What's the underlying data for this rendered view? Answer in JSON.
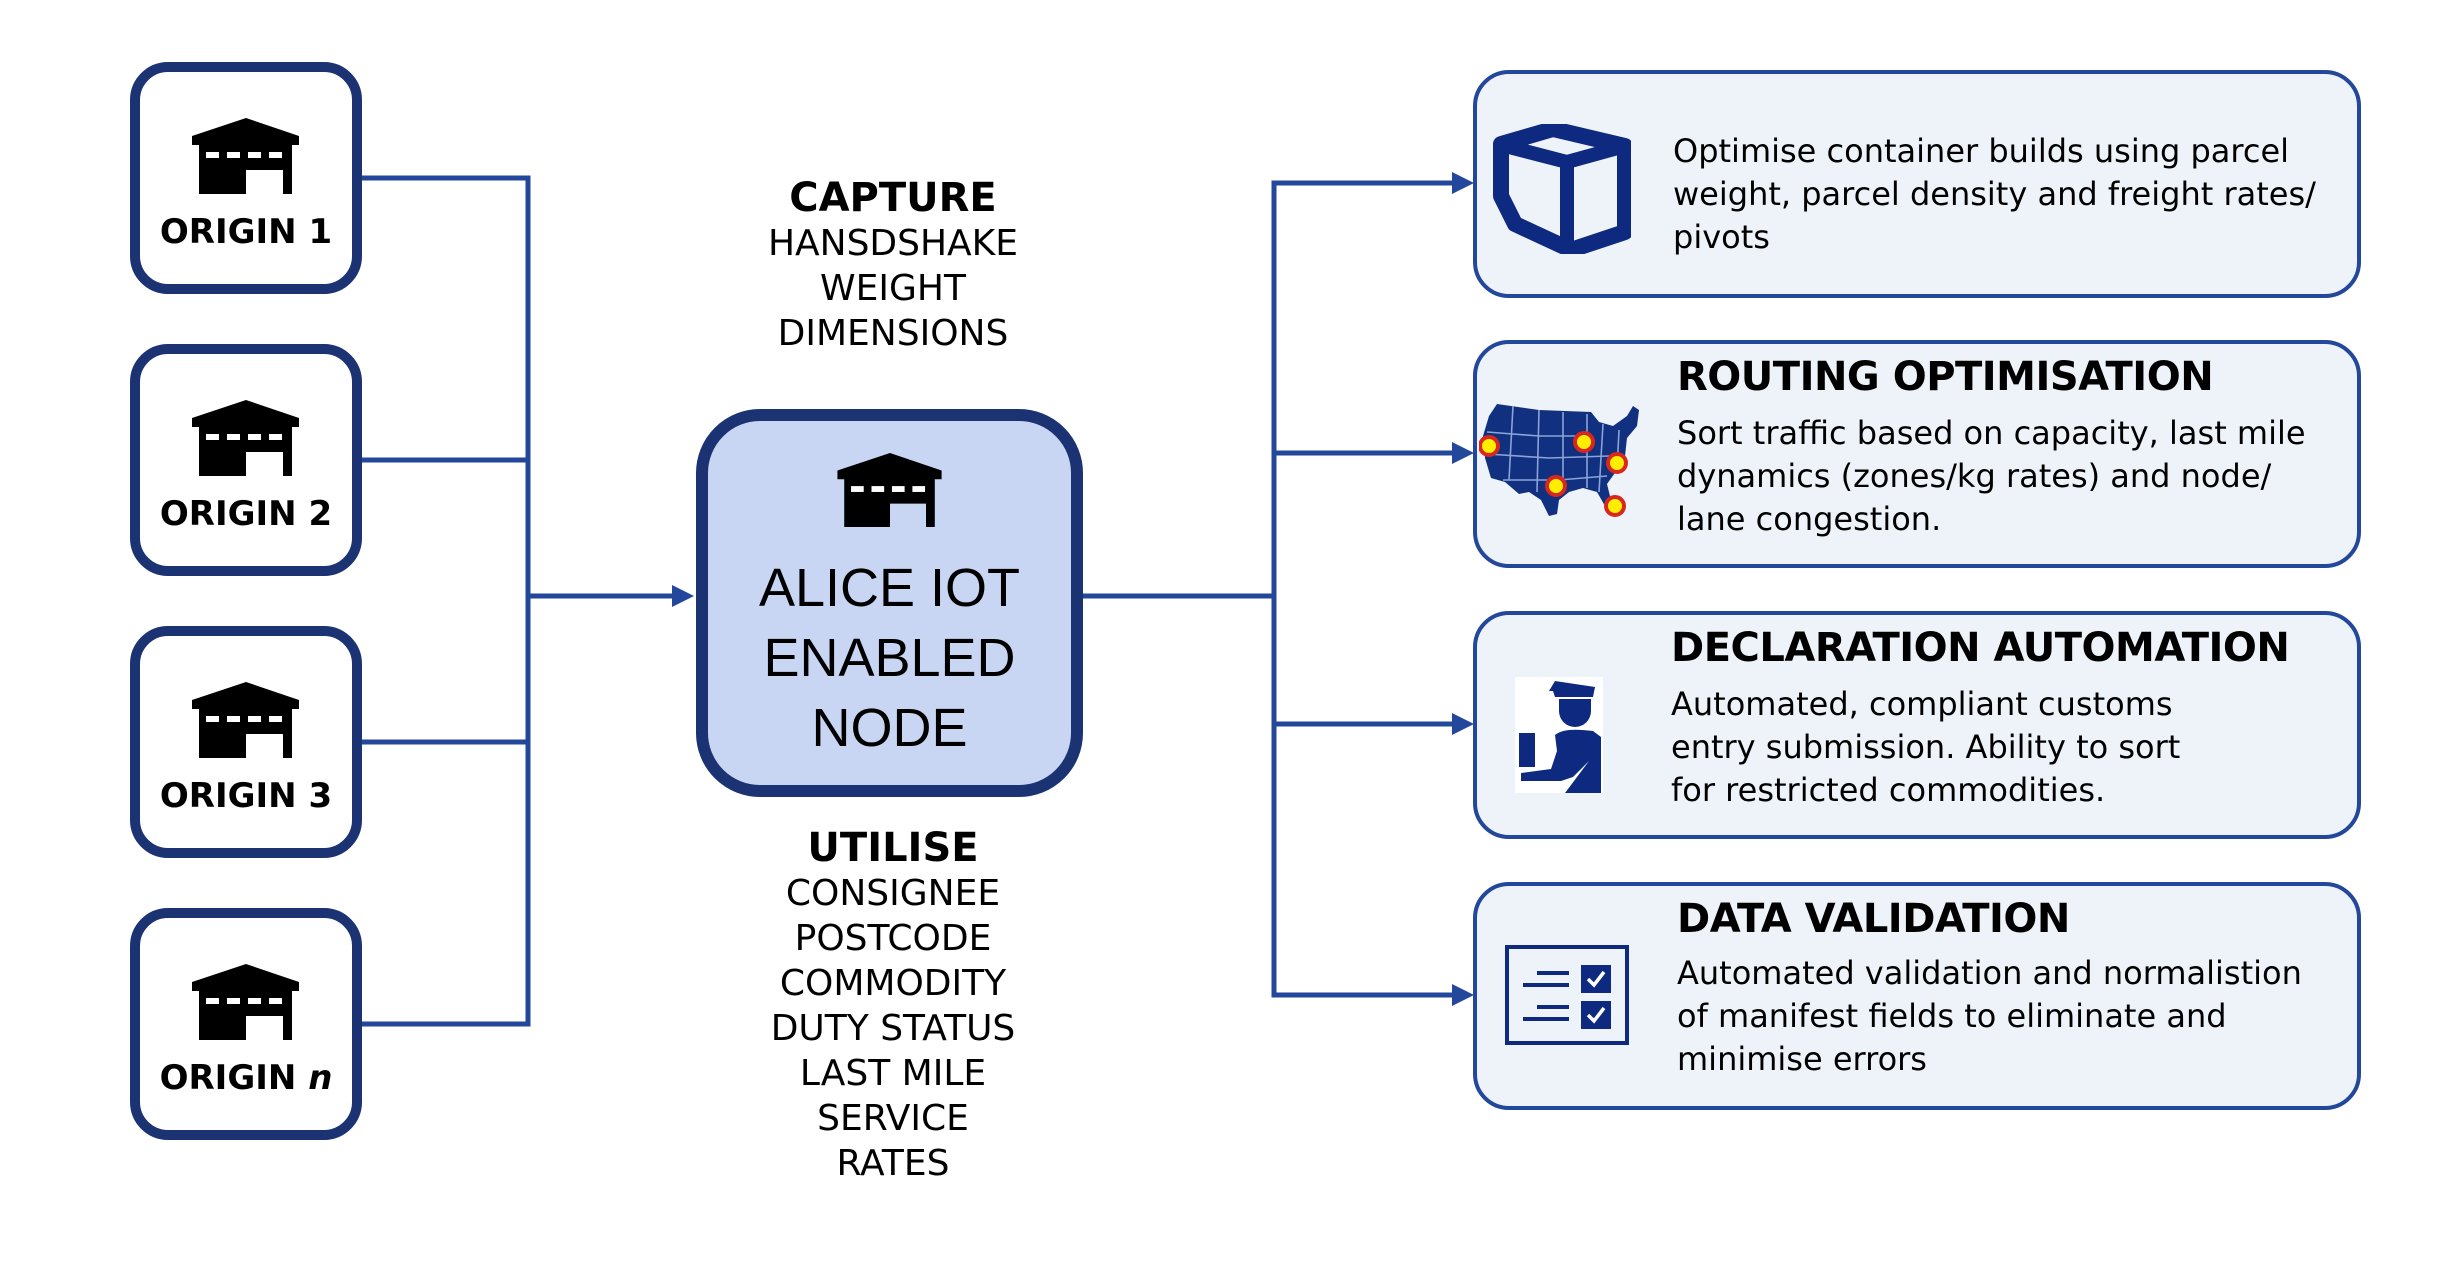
{
  "diagram": {
    "colors": {
      "line": "#23479a",
      "border_dark": "#1b3273",
      "node_fill": "#c8d6f3",
      "card_fill": "#eef3f9",
      "icon_blue": "#0d2a80",
      "pin_fill": "#ffee00",
      "pin_ring": "#d8281e"
    },
    "origins": [
      {
        "label": "ORIGIN 1",
        "icon": "warehouse-icon"
      },
      {
        "label": "ORIGIN 2",
        "icon": "warehouse-icon"
      },
      {
        "label": "ORIGIN 3",
        "icon": "warehouse-icon"
      },
      {
        "label_prefix": "ORIGIN",
        "label_var": "n",
        "icon": "warehouse-icon"
      }
    ],
    "capture": {
      "heading": "CAPTURE",
      "items": [
        "HANSDSHAKE",
        "WEIGHT",
        "DIMENSIONS"
      ]
    },
    "center_node": {
      "icon": "warehouse-icon",
      "lines": [
        "ALICE IOT",
        "ENABLED",
        "NODE"
      ]
    },
    "utilise": {
      "heading": "UTILISE",
      "items": [
        "CONSIGNEE",
        "POSTCODE",
        "COMMODITY",
        "DUTY STATUS",
        "LAST MILE",
        "SERVICE",
        "RATES"
      ]
    },
    "outputs": [
      {
        "icon": "parcel-box-icon",
        "title": "",
        "description": "Optimise container builds using parcel\nweight, parcel density and freight rates/\npivots"
      },
      {
        "icon": "us-map-pins-icon",
        "title": "ROUTING OPTIMISATION",
        "description": "Sort traffic based on capacity, last mile\ndynamics (zones/kg rates) and node/\nlane  congestion."
      },
      {
        "icon": "customs-officer-icon",
        "title": "DECLARATION AUTOMATION",
        "description": "Automated, compliant customs\nentry submission.  Ability to sort\nfor restricted commodities."
      },
      {
        "icon": "checklist-icon",
        "title": "DATA VALIDATION",
        "description": "Automated validation and normalistion\nof manifest fields to eliminate and\nminimise errors"
      }
    ]
  }
}
